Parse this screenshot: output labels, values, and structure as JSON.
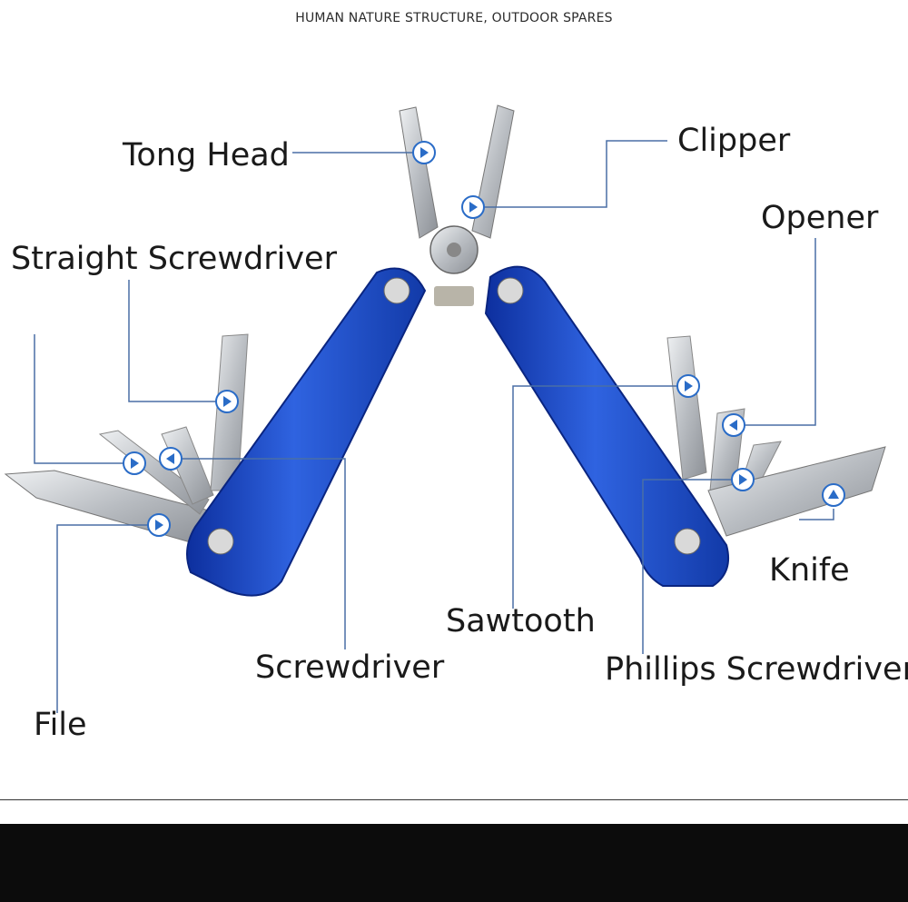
{
  "header": {
    "subtitle": "HUMAN NATURE STRUCTURE, OUTDOOR SPARES"
  },
  "callouts": {
    "tong_head": "Tong Head",
    "clipper": "Clipper",
    "opener": "Opener",
    "straight_screwdriver": "Straight Screwdriver",
    "sawtooth": "Sawtooth",
    "knife": "Knife",
    "screwdriver": "Screwdriver",
    "phillips_screwdriver": "Phillips Screwdriver",
    "file": "File"
  },
  "colors": {
    "handle_blue": "#1f4fd1",
    "leader_line": "#4a6fa5",
    "marker": "#2a6cc7",
    "steel": "#c9ccd0"
  }
}
